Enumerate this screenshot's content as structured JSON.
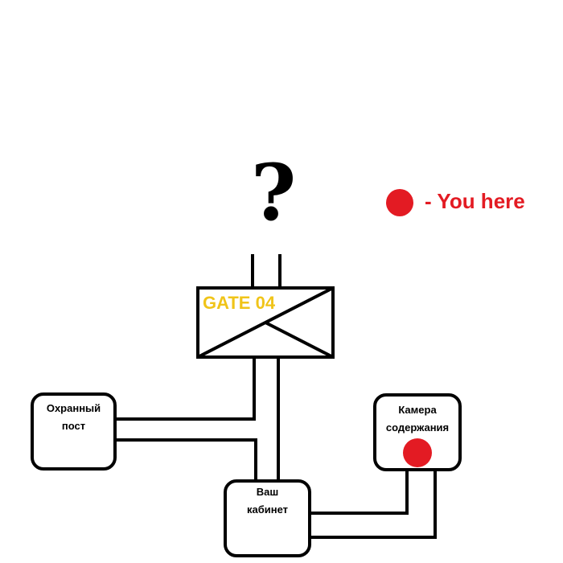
{
  "unknown_marker": "?",
  "legend": {
    "text": "- You here",
    "marker_color": "#e31b23"
  },
  "gate": {
    "label": "GATE 04",
    "label_color": "#f0c419"
  },
  "rooms": {
    "guard_post": {
      "line1": "Охранный",
      "line2": "пост"
    },
    "office": {
      "line1": "Ваш",
      "line2": "кабинет"
    },
    "containment": {
      "line1": "Камера",
      "line2": "содержания"
    }
  },
  "current_location": "containment"
}
